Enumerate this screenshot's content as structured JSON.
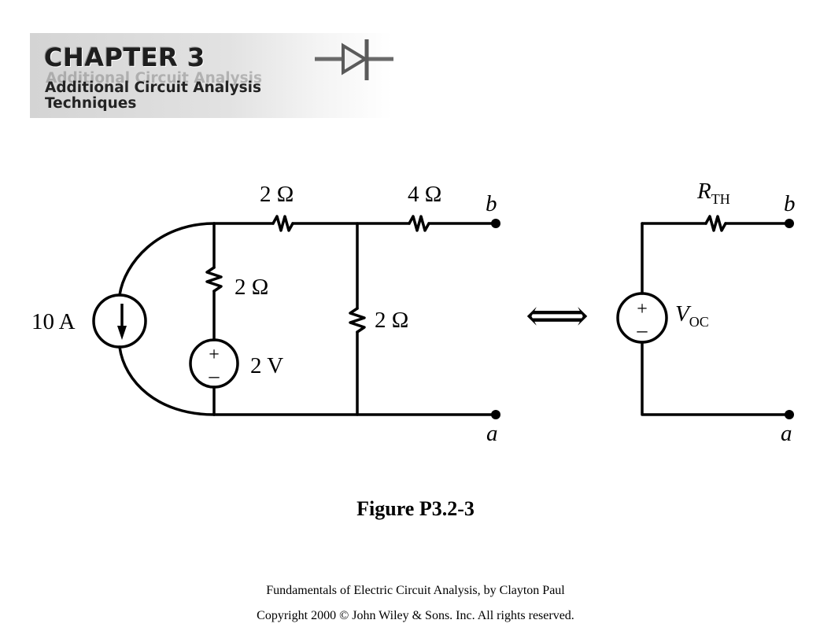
{
  "banner": {
    "chapter": "CHAPTER 3",
    "subtitle_line1": "Additional Circuit Analysis",
    "subtitle_line2": "Techniques",
    "icon": "diode-icon"
  },
  "circuit_left": {
    "current_source": "10 A",
    "series_resistor_1": "2 Ω",
    "series_resistor_2": "4 Ω",
    "branch_resistor": "2 Ω",
    "shunt_resistor": "2 Ω",
    "voltage_source": "2 V",
    "voltage_source_plus": "+",
    "voltage_source_minus": "–",
    "terminal_b": "b",
    "terminal_a": "a"
  },
  "equivalence_symbol": "⟺",
  "circuit_right": {
    "resistor_symbol": "R",
    "resistor_subscript": "TH",
    "source_symbol": "V",
    "source_subscript": "OC",
    "source_plus": "+",
    "source_minus": "–",
    "terminal_b": "b",
    "terminal_a": "a"
  },
  "caption": "Figure P3.2-3",
  "credit_line1": "Fundamentals of Electric Circuit Analysis, by Clayton Paul",
  "credit_line2": "Copyright 2000 © John Wiley & Sons. Inc. All rights reserved."
}
